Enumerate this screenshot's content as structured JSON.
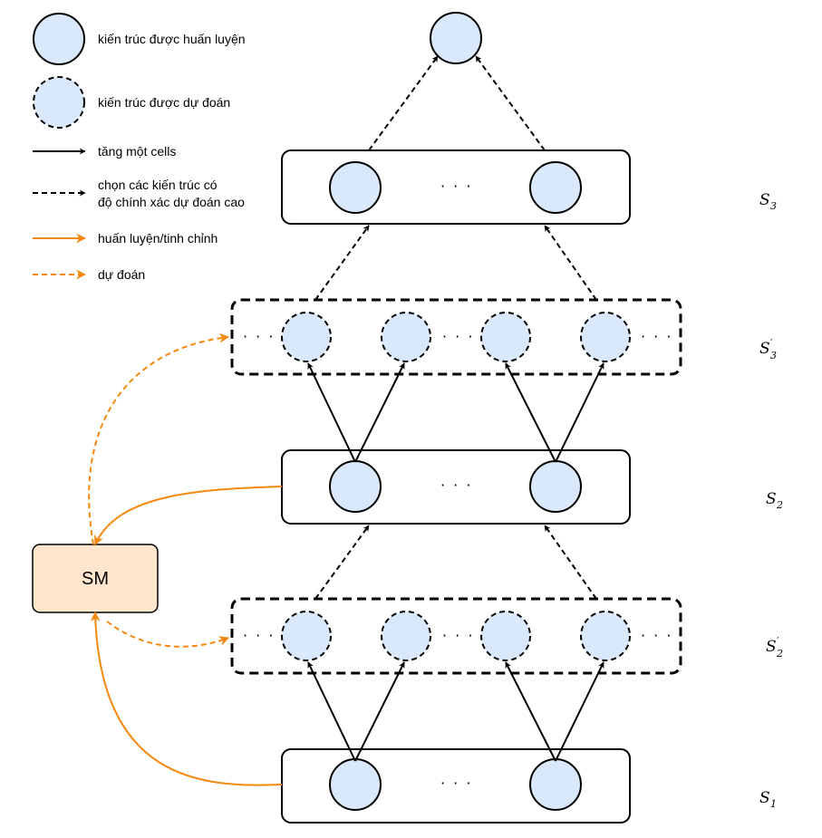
{
  "legend": {
    "trained_arch": "kiến trúc được huấn luyện",
    "predicted_arch": "kiến trúc được dự đoán",
    "add_cell": "tăng một cells",
    "select_line1": "chọn các kiến trúc có",
    "select_line2": "độ chính xác dự đoán cao",
    "train_finetune": "huấn luyện/tinh chỉnh",
    "predict": "dự đoán"
  },
  "sm_label": "SM",
  "ellipsis": "· · ·",
  "stages": {
    "s3": {
      "main": "S",
      "sub": "3",
      "prime": ""
    },
    "s3p": {
      "main": "S",
      "sub": "3",
      "prime": "′"
    },
    "s2": {
      "main": "S",
      "sub": "2",
      "prime": ""
    },
    "s2p": {
      "main": "S",
      "sub": "2",
      "prime": "′"
    },
    "s1": {
      "main": "S",
      "sub": "1",
      "prime": ""
    }
  },
  "colors": {
    "node_fill": "#dae8fc",
    "sm_fill": "#ffe6cc",
    "orange": "#f5880f",
    "black": "#000000"
  }
}
